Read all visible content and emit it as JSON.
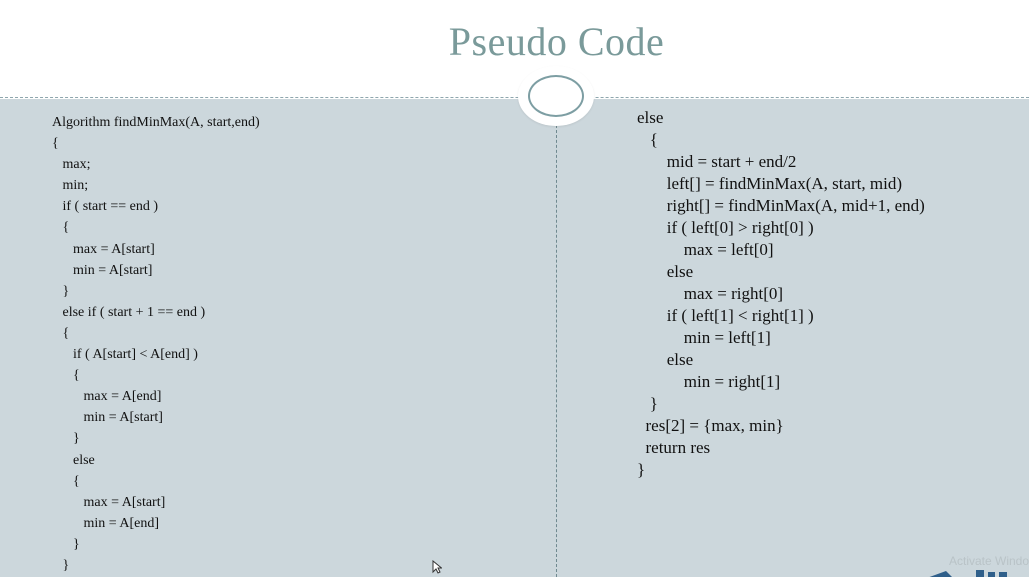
{
  "slide": {
    "title": "Pseudo Code"
  },
  "left_code": [
    "Algorithm findMinMax(A, start,end)",
    "{",
    "   max;",
    "   min;",
    "   if ( start == end )",
    "   {",
    "      max = A[start]",
    "      min = A[start]",
    "   }",
    "   else if ( start + 1 == end )",
    "   {",
    "      if ( A[start] < A[end] )",
    "      {",
    "         max = A[end]",
    "         min = A[start]",
    "      }",
    "      else",
    "      {",
    "         max = A[start]",
    "         min = A[end]",
    "      }",
    "   }"
  ],
  "right_code": [
    "else",
    "   {",
    "       mid = start + end/2",
    "       left[] = findMinMax(A, start, mid)",
    "       right[] = findMinMax(A, mid+1, end)",
    "",
    "       if ( left[0] > right[0] )",
    "           max = left[0]",
    "       else",
    "           max = right[0]",
    "",
    "       if ( left[1] < right[1] )",
    "           min = left[1]",
    "       else",
    "           min = right[1]",
    "   }",
    "",
    "  res[2] = {max, min}",
    "  return res",
    "}"
  ],
  "watermark": {
    "text": "Activate Windo"
  },
  "colors": {
    "title": "#7a9a9a",
    "panel_bg": "#ccd7dc",
    "ornament_ring": "#7d9ea3"
  }
}
